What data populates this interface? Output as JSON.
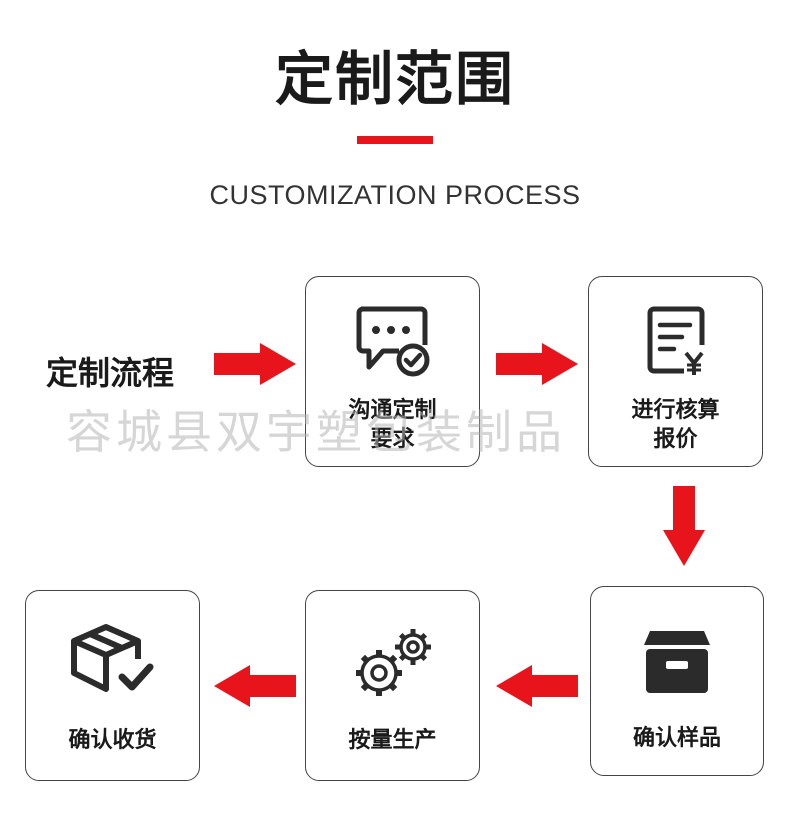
{
  "header": {
    "title": "定制范围",
    "subtitle": "CUSTOMIZATION PROCESS"
  },
  "flow": {
    "label": "定制流程"
  },
  "watermark": "容城县双宇塑包装制品",
  "steps": [
    {
      "label_line1": "沟通定制",
      "label_line2": "要求",
      "icon": "chat-check-icon"
    },
    {
      "label_line1": "进行核算",
      "label_line2": "报价",
      "icon": "invoice-yen-icon"
    },
    {
      "label": "确认样品",
      "icon": "archive-box-icon"
    },
    {
      "label": "按量生产",
      "icon": "gears-icon"
    },
    {
      "label": "确认收货",
      "icon": "package-check-icon"
    }
  ],
  "colors": {
    "accent": "#e8141c",
    "icon": "#2b2b2b"
  }
}
